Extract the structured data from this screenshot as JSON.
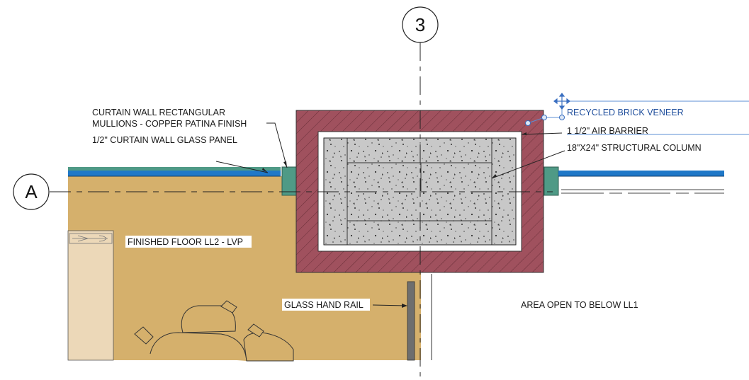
{
  "grid": {
    "col_label": "3",
    "row_label": "A"
  },
  "annotations": {
    "mullion_line1": "CURTAIN WALL RECTANGULAR",
    "mullion_line2": "MULLIONS - COPPER PATINA FINISH",
    "glass_panel": "1/2\" CURTAIN WALL GLASS PANEL",
    "brick": "RECYCLED BRICK VENEER",
    "air_barrier": "1 1/2\" AIR BARRIER",
    "column": "18\"X24\" STRUCTURAL COLUMN",
    "floor": "FINISHED FLOOR LL2 - LVP",
    "handrail": "GLASS HAND RAIL",
    "open_area": "AREA OPEN TO BELOW LL1"
  },
  "colors": {
    "brick": "#a0515e",
    "floor": "#d5b06c",
    "floor_light": "#ecd8b8",
    "concrete": "#c8c8c8",
    "glass": "#1f78c8",
    "mullion": "#4f9a86",
    "label_blue": "#1f4e9c",
    "rail": "#6e6e6e"
  }
}
